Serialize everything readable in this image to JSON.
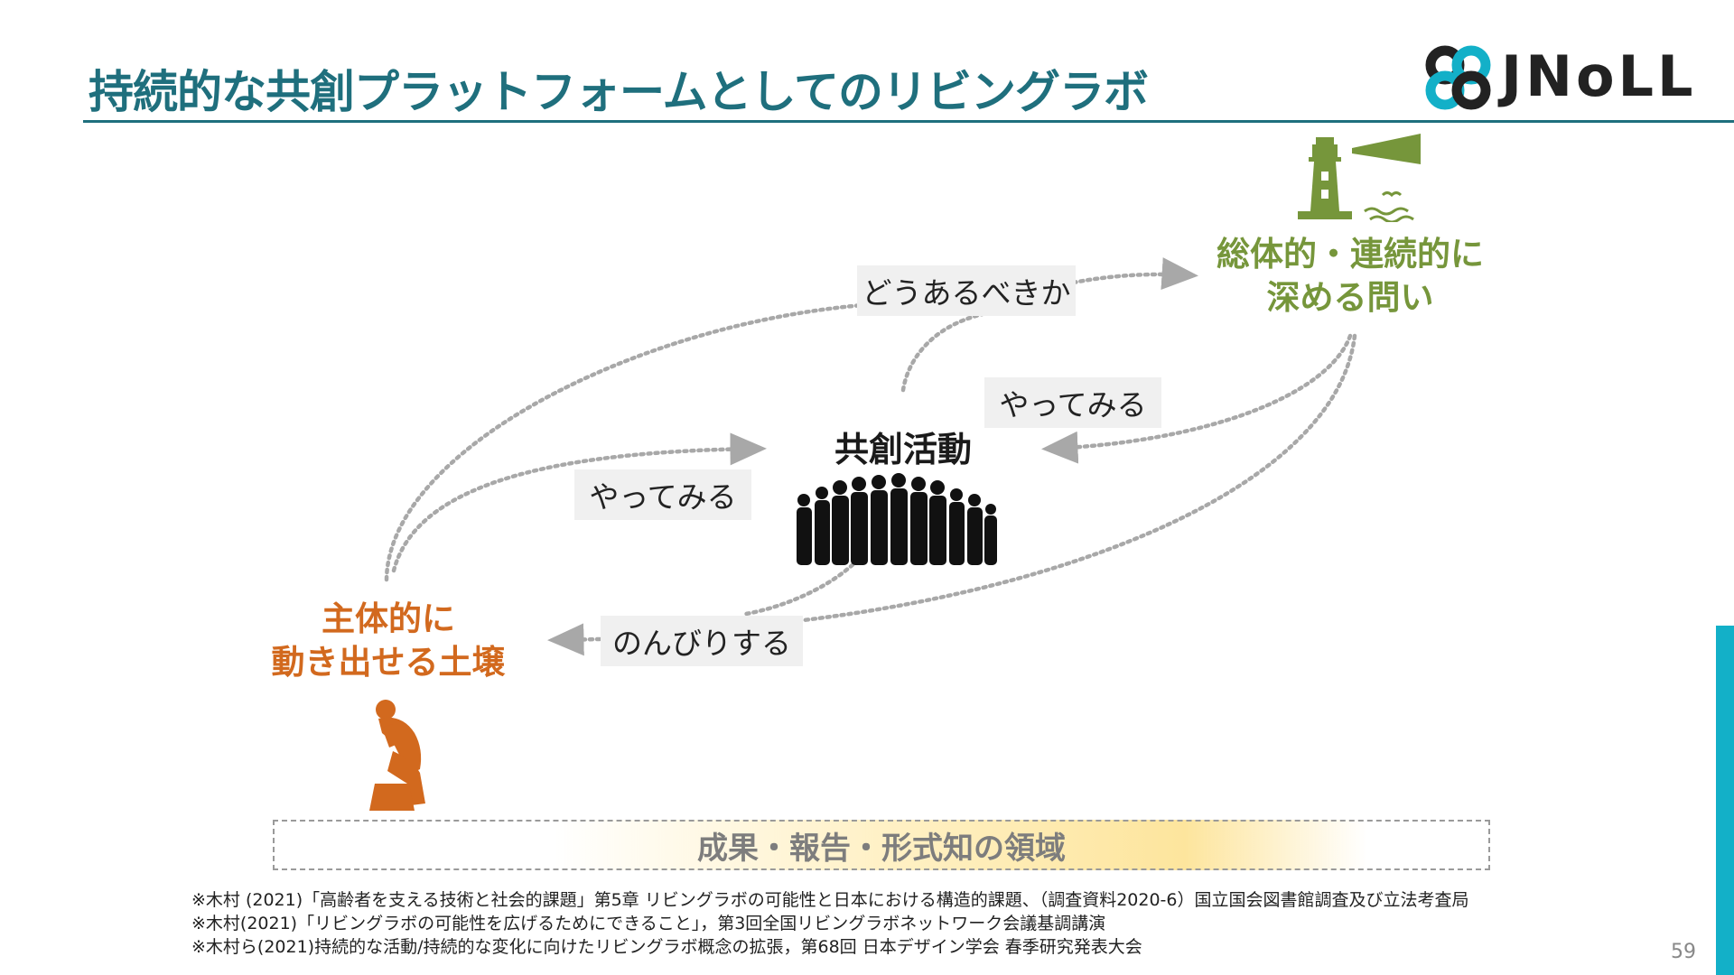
{
  "title": "持続的な共創プラットフォームとしてのリビングラボ",
  "logo": {
    "text": "JNoLL",
    "colors": {
      "dark": "#222222",
      "accent": "#13b0c8"
    }
  },
  "icons": {
    "lighthouse": "lighthouse-icon",
    "crowd": "crowd-silhouette-icon",
    "thinker": "thinker-statue-icon"
  },
  "concepts": {
    "top": {
      "line1": "総体的・連続的に",
      "line2": "深める問い",
      "color": "#76963b"
    },
    "left": {
      "line1": "主体的に",
      "line2": "動き出せる土壌",
      "color": "#d2691e"
    },
    "center": {
      "label": "共創活動"
    }
  },
  "tags": {
    "how_should_be": "どうあるべきか",
    "try_it_right": "やってみる",
    "try_it_left": "やってみる",
    "take_it_easy": "のんびりする"
  },
  "outcome_area": {
    "label": "成果・報告・形式知の領域"
  },
  "footnotes": [
    "※木村 (2021)「高齢者を支える技術と社会的課題」第5章 リビングラボの可能性と日本における構造的課題、（調査資料2020-6）国立国会図書館調査及び立法考査局",
    "※木村(2021)「リビングラボの可能性を広げるためにできること」，第3回全国リビングラボネットワーク会議基調講演",
    "※木村ら(2021)持続的な活動/持続的な変化に向けたリビングラボ概念の拡張，第68回 日本デザイン学会 春季研究発表大会"
  ],
  "page_number": "59"
}
